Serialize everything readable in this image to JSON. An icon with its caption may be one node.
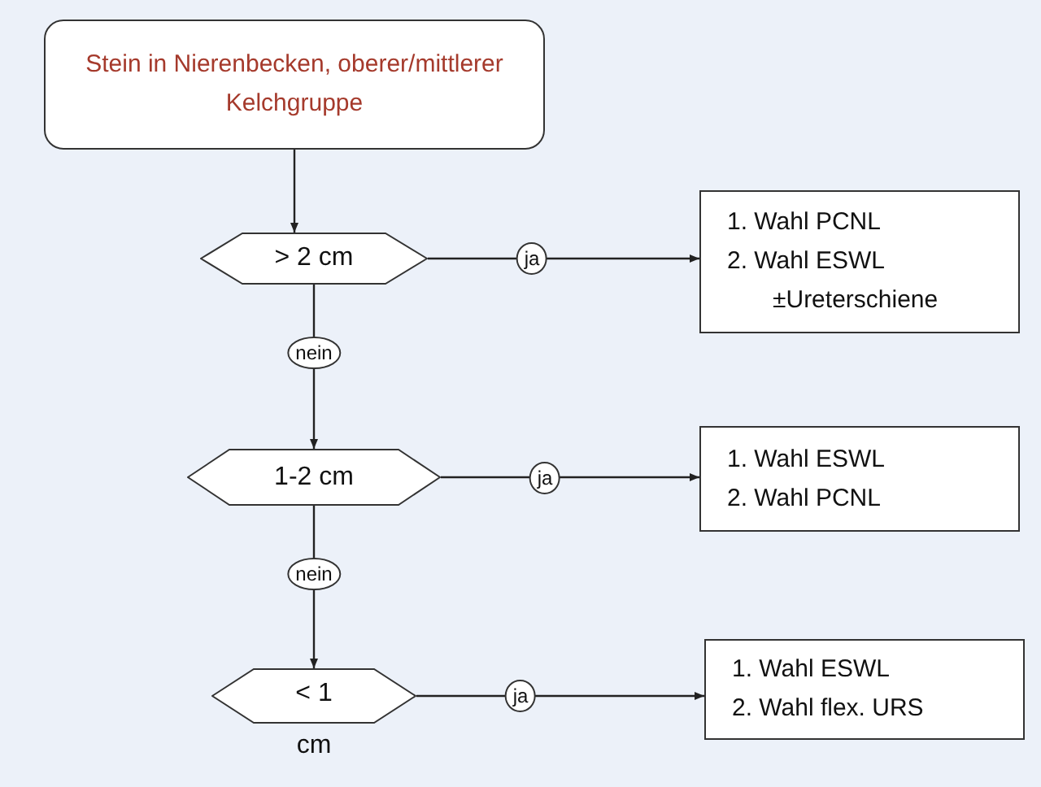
{
  "diagram": {
    "nodes": [
      {
        "text": [
          "Stein in Nierenbecken, oberer/mittlerer Kelchgruppe"
        ]
      },
      {
        "text": [
          "> 2 cm"
        ]
      },
      {
        "text": [
          "1. Wahl PCNL",
          "2. Wahl ESWL",
          "±Ureterschiene"
        ]
      },
      {
        "text": [
          "1-2 cm"
        ]
      },
      {
        "text": [
          "1. Wahl ESWL",
          "2. Wahl PCNL"
        ]
      },
      {
        "text": [
          "< 1 cm"
        ]
      },
      {
        "text": [
          "1. Wahl ESWL",
          "2. Wahl flex. URS"
        ]
      }
    ],
    "edges": [
      {
        "from": 0,
        "to": 1,
        "arrow": "to"
      },
      {
        "from": 1,
        "to": 2,
        "arrow": "to",
        "label": "ja"
      },
      {
        "from": 1,
        "to": 3,
        "arrow": "to",
        "label": "nein"
      },
      {
        "from": 3,
        "to": 4,
        "arrow": "to",
        "label": "ja"
      },
      {
        "from": 3,
        "to": 5,
        "arrow": "to",
        "label": "nein"
      },
      {
        "from": 5,
        "to": 6,
        "arrow": "to",
        "label": "ja"
      }
    ]
  }
}
